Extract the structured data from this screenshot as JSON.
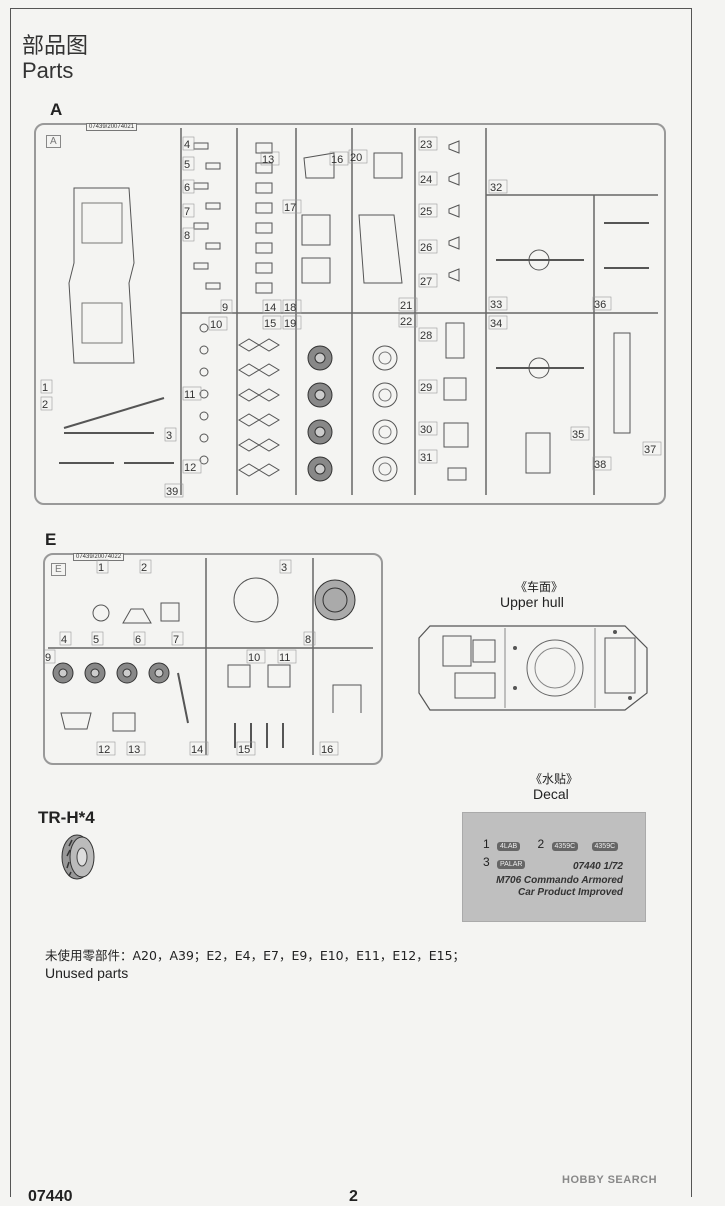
{
  "header": {
    "title_cn": "部品图",
    "title_en": "Parts"
  },
  "sprue_a": {
    "label": "A",
    "code": "07439/20074021",
    "frame_letter": "A",
    "numbers": [
      "1",
      "2",
      "3",
      "4",
      "5",
      "6",
      "7",
      "8",
      "9",
      "10",
      "11",
      "12",
      "13",
      "14",
      "15",
      "16",
      "17",
      "18",
      "19",
      "20",
      "21",
      "22",
      "23",
      "24",
      "25",
      "26",
      "27",
      "28",
      "29",
      "30",
      "31",
      "32",
      "33",
      "34",
      "35",
      "36",
      "37",
      "38",
      "39"
    ]
  },
  "sprue_e": {
    "label": "E",
    "code": "07439/20074022",
    "frame_letter": "E",
    "numbers": [
      "1",
      "2",
      "3",
      "4",
      "5",
      "6",
      "7",
      "8",
      "9",
      "10",
      "11",
      "12",
      "13",
      "14",
      "15",
      "16"
    ]
  },
  "upper_hull": {
    "caption_cn": "《车面》",
    "caption_en": "Upper hull"
  },
  "decal": {
    "caption_cn": "《水贴》",
    "caption_en": "Decal",
    "row1_num": "1",
    "row1_badge": "4LAB",
    "row1_num2": "2",
    "row1_badge2": "4359C",
    "row1_badge3": "4359C",
    "row2_num": "3",
    "row2_badge": "PALAR",
    "product_code": "07440 1/72",
    "product_name_1": "M706 Commando Armored",
    "product_name_2": "Car Product Improved"
  },
  "tire": {
    "label": "TR-H*4"
  },
  "unused": {
    "text_cn": "未使用零部件：A20，A39；E2，E4，E7，E9，E10，E11，E12，E15；",
    "text_en": "Unused parts"
  },
  "footer": {
    "code": "07440",
    "page_number": "2",
    "watermark": "HOBBY SEARCH"
  }
}
